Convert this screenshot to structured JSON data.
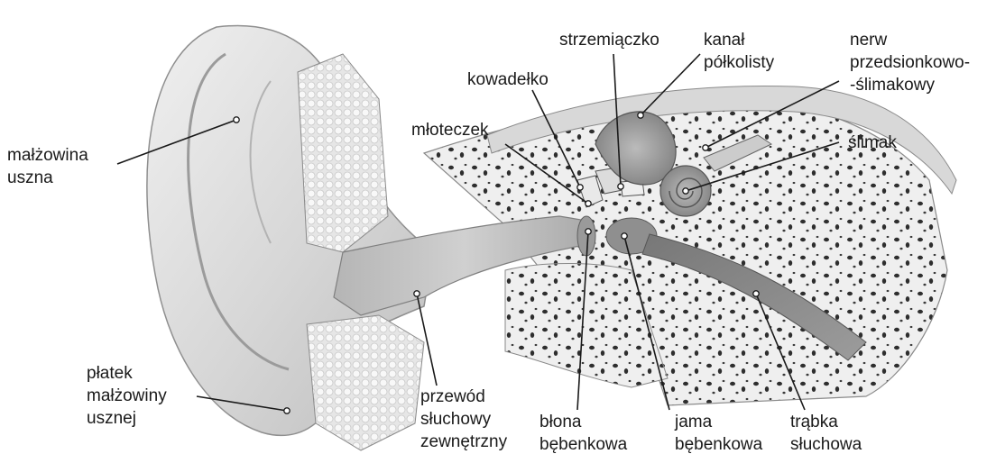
{
  "labels": {
    "auricle": [
      "małżowina",
      "uszna"
    ],
    "earlobe": [
      "płatek",
      "małżowiny",
      "usznej"
    ],
    "ear_canal": [
      "przewód",
      "słuchowy",
      "zewnętrzny"
    ],
    "eardrum": [
      "błona",
      "bębenkowa"
    ],
    "tympanic_cavity": [
      "jama",
      "bębenkowa"
    ],
    "eustachian_tube": [
      "trąbka",
      "słuchowa"
    ],
    "malleus": [
      "młoteczek"
    ],
    "incus": [
      "kowadełko"
    ],
    "stapes": [
      "strzemiączko"
    ],
    "semicircular_canal": [
      "kanał",
      "półkolisty"
    ],
    "vestibulocochlear_nerve": [
      "nerw",
      "przedsionkowo-",
      "-ślimakowy"
    ],
    "cochlea": [
      "ślimak"
    ]
  },
  "colors": {
    "ink": "#1a1a1a",
    "skin_light": "#e6e6e6",
    "skin_mid": "#cfcfcf",
    "skin_dark": "#9a9a9a",
    "bone": "#f1f1f1",
    "bone_pore": "#2e2e2e",
    "cartilage": "#f7f7f7",
    "background": "#ffffff"
  }
}
